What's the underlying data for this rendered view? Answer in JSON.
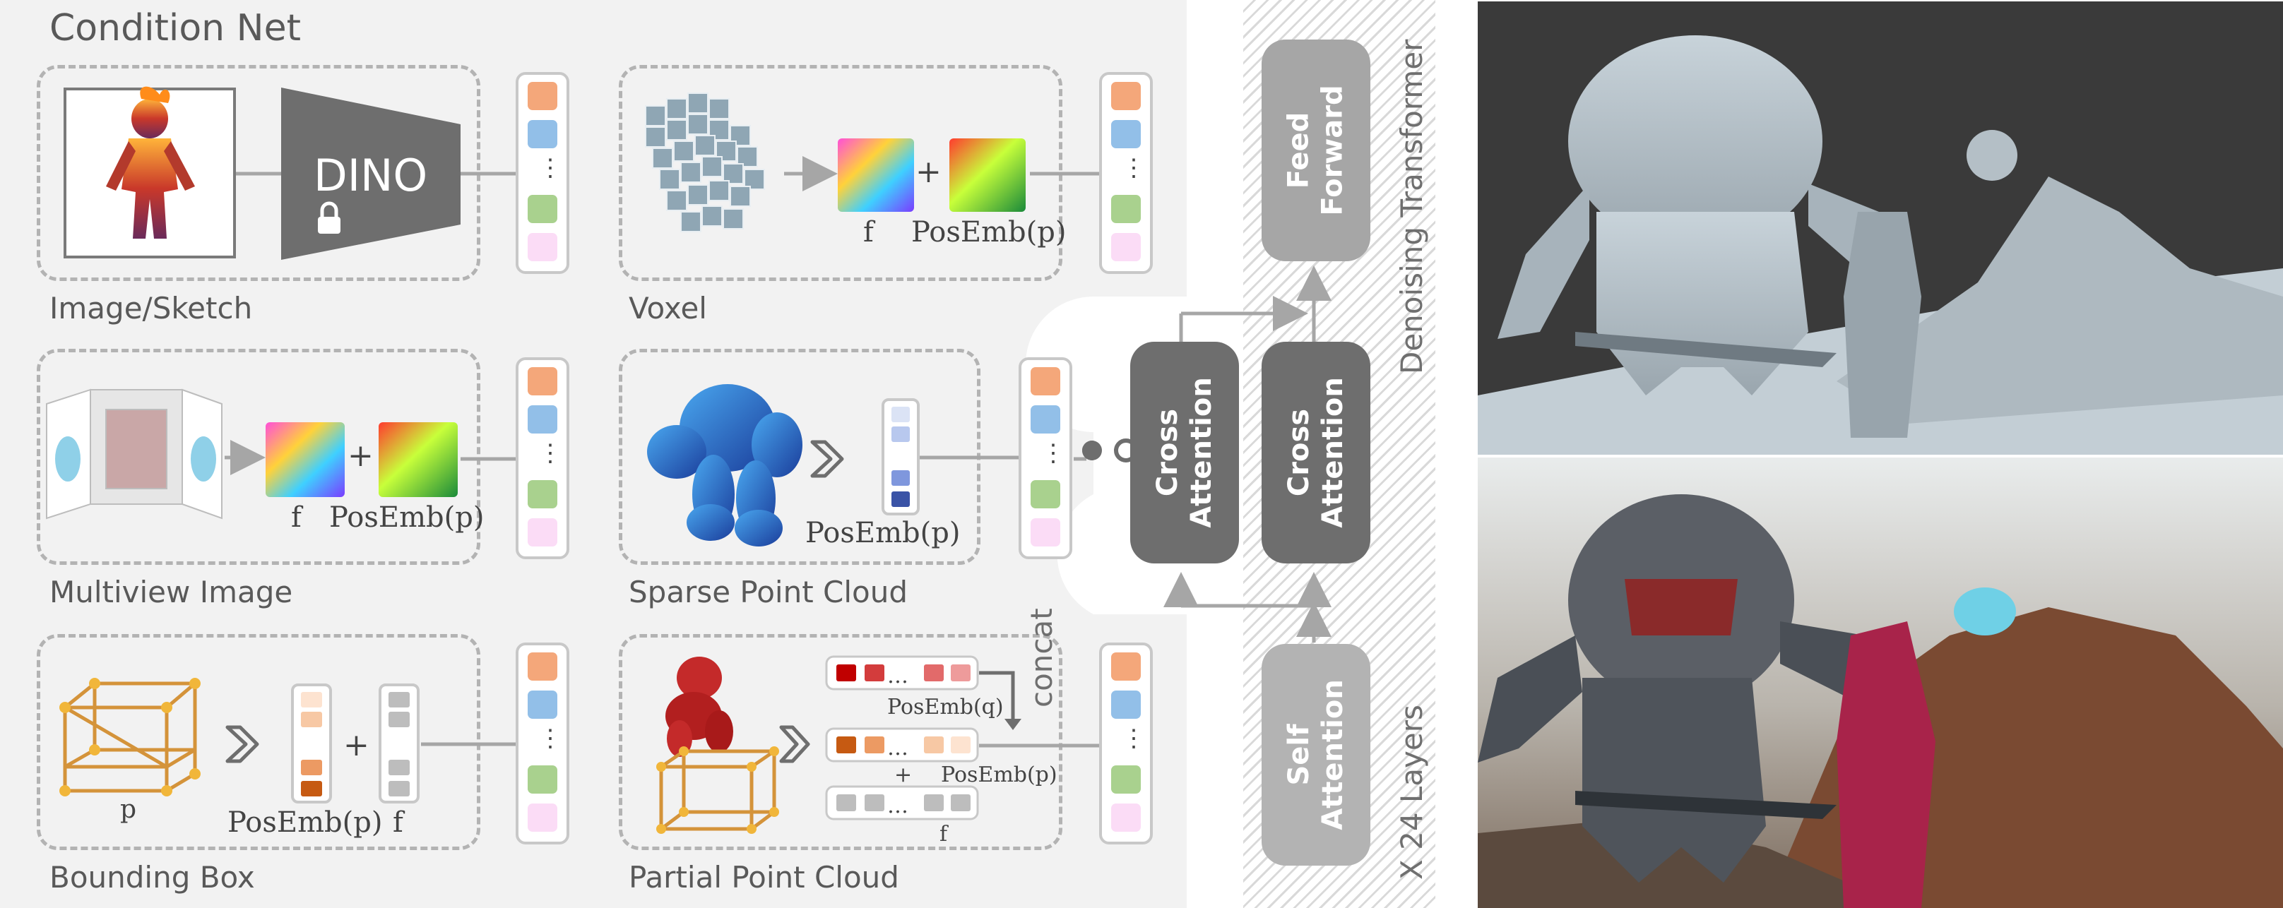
{
  "condition_net": {
    "title": "Condition Net",
    "encoder_label": "DINO",
    "modules": [
      {
        "label": "Image/Sketch"
      },
      {
        "label": "Voxel",
        "feat": "f",
        "posemb": "PosEmb(p)"
      },
      {
        "label": "Multiview Image",
        "feat": "f",
        "posemb": "PosEmb(p)"
      },
      {
        "label": "Sparse Point Cloud",
        "posemb": "PosEmb(p)"
      },
      {
        "label": "Bounding Box",
        "point": "p",
        "posemb": "PosEmb(p)",
        "feat": "f"
      },
      {
        "label": "Partial Point Cloud",
        "posemb_q": "PosEmb(q)",
        "concat": "concat",
        "plus": "+",
        "posemb": "PosEmb(p)",
        "feat": "f",
        "ellipsis": "…"
      }
    ],
    "plus_sign": "+"
  },
  "transformer": {
    "title": "Denoising Transformer",
    "layers": "X 24 Layers",
    "feed_forward": "Feed\nForward",
    "cross_attention": "Cross\nAttention",
    "self_attention": "Self\nAttention"
  },
  "colors": {
    "panel_bg": "#f2f2f2",
    "dashed": "#b3b3b3",
    "block": "#6e6e6e",
    "block_light": "#a6a6a6",
    "token_orange": "#f4a77a",
    "token_blue": "#92bfe8",
    "token_green": "#a9d18e",
    "token_pink": "#fbdcf6"
  },
  "icons": [
    "lock-icon",
    "chevron-right-icon"
  ]
}
